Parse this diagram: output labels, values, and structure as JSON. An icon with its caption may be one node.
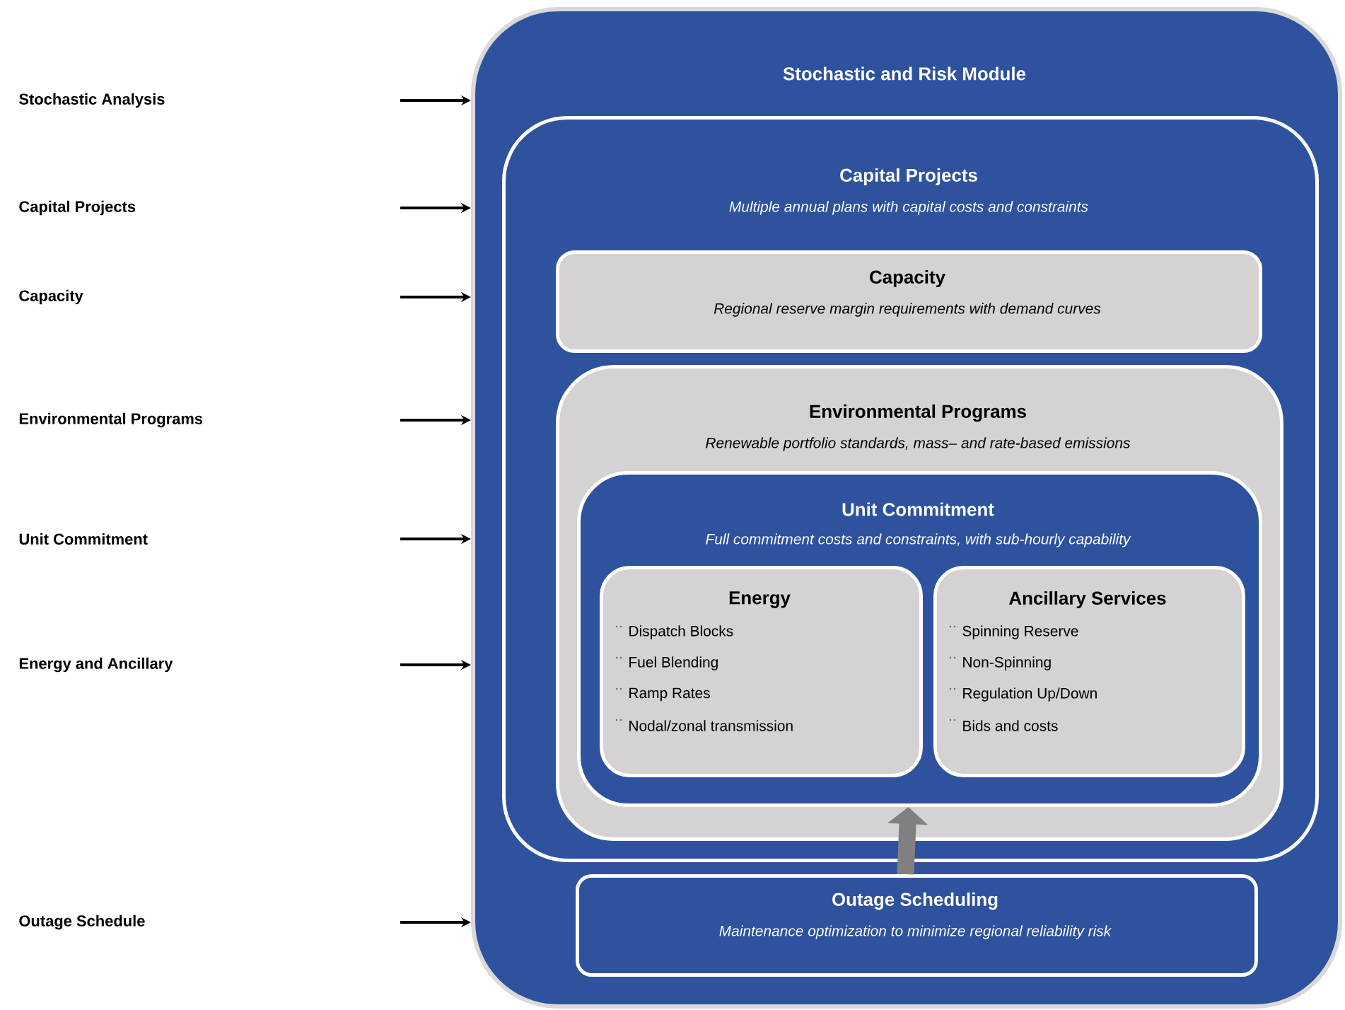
{
  "diagram": {
    "nodes": [
      {
        "text": [
          "Stochastic and Risk Module"
        ]
      },
      {
        "text": [
          "Capital Projects",
          "Multiple annual plans with capital costs and constraints"
        ],
        "in": 0
      },
      {
        "text": [
          "Capacity",
          "Regional reserve margin requirements with demand curves"
        ],
        "in": 1
      },
      {
        "text": [
          "Environmental Programs",
          "Renewable portfolio standards, mass– and rate-based emissions"
        ],
        "in": 1
      },
      {
        "text": [
          "Unit Commitment",
          "Full commitment costs and constraints, with sub-hourly capability"
        ],
        "in": 3
      },
      {
        "text": [
          "Energy",
          "Dispatch Blocks",
          "Fuel Blending",
          "Ramp Rates",
          "Nodal/zonal transmission"
        ],
        "in": 4
      },
      {
        "text": [
          "Ancillary Services",
          "Spinning Reserve",
          "Non-Spinning",
          "Regulation Up/Down",
          "Bids and costs"
        ],
        "in": 4
      },
      {
        "text": [
          "Outage Scheduling",
          "Maintenance optimization to minimize regional reliability risk"
        ],
        "in": 0
      }
    ],
    "labels": [
      "Stochastic Analysis",
      "Capital Projects",
      "Capacity",
      "Environmental Programs",
      "Unit Commitment",
      "Energy and Ancillary",
      "Outage Schedule"
    ],
    "edges": [
      {
        "from": null,
        "to": 0,
        "arrow": "to"
      },
      {
        "from": null,
        "to": 0,
        "arrow": "to"
      },
      {
        "from": null,
        "to": 0,
        "arrow": "to"
      },
      {
        "from": null,
        "to": 0,
        "arrow": "to"
      },
      {
        "from": null,
        "to": 0,
        "arrow": "to"
      },
      {
        "from": null,
        "to": 0,
        "arrow": "to"
      },
      {
        "from": null,
        "to": 0,
        "arrow": "to"
      },
      {
        "from": 7,
        "to": 4,
        "arrow": "to",
        "style": "thick",
        "color": "#808080"
      }
    ]
  }
}
